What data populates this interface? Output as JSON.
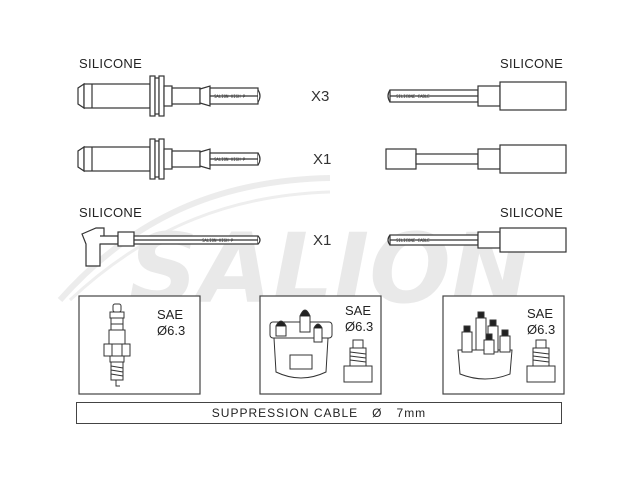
{
  "labels": {
    "silicone_top_left": "SILICONE",
    "silicone_top_right": "SILICONE",
    "silicone_mid_left": "SILICONE",
    "silicone_mid_right": "SILICONE"
  },
  "rows": [
    {
      "multiplier": "X3"
    },
    {
      "multiplier": "X1"
    },
    {
      "multiplier": "X1"
    }
  ],
  "wire_prints": {
    "left": "SALION HIGH P",
    "right": "SILICONE CABLE"
  },
  "boxes": [
    {
      "standard": "SAE",
      "size": "Ø6.3"
    },
    {
      "standard": "SAE",
      "size": "Ø6.3"
    },
    {
      "standard": "SAE",
      "size": "Ø6.3"
    }
  ],
  "watermark": "SALION",
  "caption": {
    "text": "SUPPRESSION CABLE",
    "symbol": "Ø",
    "value": "7mm"
  },
  "colors": {
    "line": "#333333",
    "watermark": "#e6e6e6",
    "background": "#ffffff"
  }
}
